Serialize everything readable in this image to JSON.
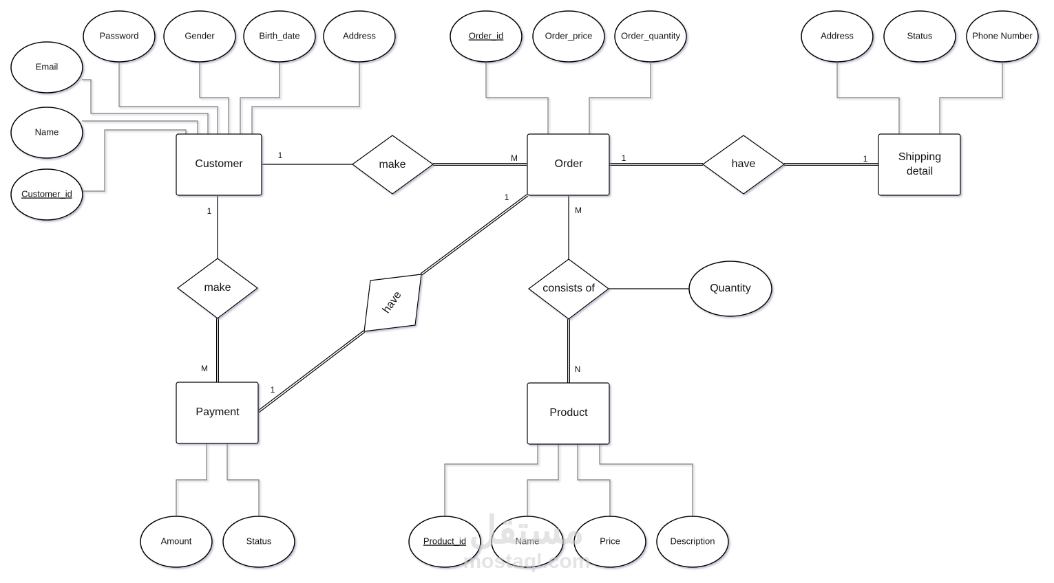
{
  "diagram": {
    "type": "ER diagram",
    "entities": {
      "customer": "Customer",
      "order": "Order",
      "shipping": "Shipping detail",
      "payment": "Payment",
      "product": "Product"
    },
    "shipping_lines": [
      "Shipping",
      "detail"
    ],
    "relationships": {
      "customer_order": "make",
      "order_shipping": "have",
      "customer_payment": "make",
      "order_payment": "have",
      "order_product": "consists of"
    },
    "attributes": {
      "customer": {
        "email": "Email",
        "password": "Password",
        "gender": "Gender",
        "birth_date": "Birth_date",
        "address": "Address",
        "name": "Name",
        "customer_id": "Customer_id"
      },
      "order": {
        "order_id": "Order_id",
        "order_price": "Order_price",
        "order_quantity": "Order_quantity"
      },
      "shipping": {
        "address": "Address",
        "status": "Status",
        "phone": "Phone Number"
      },
      "payment": {
        "amount": "Amount",
        "status": "Status"
      },
      "product": {
        "product_id": "Product_id",
        "name": "Name",
        "price": "Price",
        "description": "Description"
      },
      "consists_of": {
        "quantity": "Quantity"
      }
    },
    "cardinalities": {
      "customer_make": "1",
      "order_make": "M",
      "order_have_ship": "1",
      "ship_have": "1",
      "customer_make_pay": "1",
      "payment_make": "M",
      "payment_have": "1",
      "order_have_pay": "1",
      "order_consists": "M",
      "product_consists": "N"
    },
    "watermark": {
      "arabic": "مستقل",
      "latin": "mostaql.com"
    }
  }
}
